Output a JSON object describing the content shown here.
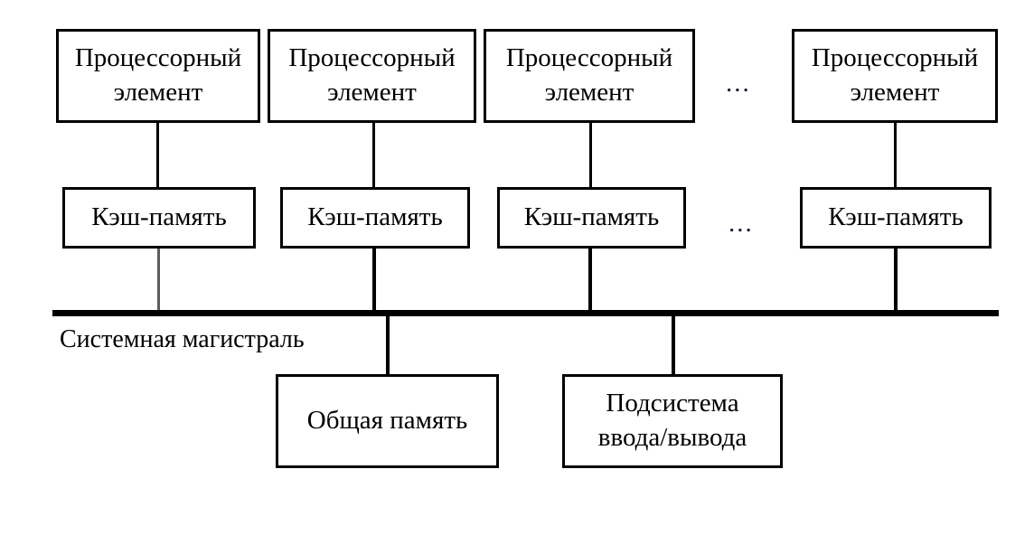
{
  "diagram": {
    "title": "Symmetric multiprocessor architecture block diagram",
    "colors": {
      "stroke": "#000000",
      "fill": "#ffffff",
      "text": "#000000",
      "faint_stroke": "#5c5c5c"
    },
    "processor_row": {
      "label": "Процессорный\nэлемент",
      "nodes": [
        {
          "label": "Процессорный\nэлемент"
        },
        {
          "label": "Процессорный\nэлемент"
        },
        {
          "label": "Процессорный\nэлемент"
        },
        {
          "label": "Процессорный\nэлемент"
        }
      ],
      "ellipsis": "..."
    },
    "cache_row": {
      "label": "Кэш-память",
      "nodes": [
        {
          "label": "Кэш-память"
        },
        {
          "label": "Кэш-память"
        },
        {
          "label": "Кэш-память"
        },
        {
          "label": "Кэш-память"
        }
      ],
      "ellipsis": "..."
    },
    "bus": {
      "label": "Системная магистраль"
    },
    "peripherals": [
      {
        "label": "Общая память"
      },
      {
        "label": "Подсистема\nввода/вывода"
      }
    ]
  }
}
